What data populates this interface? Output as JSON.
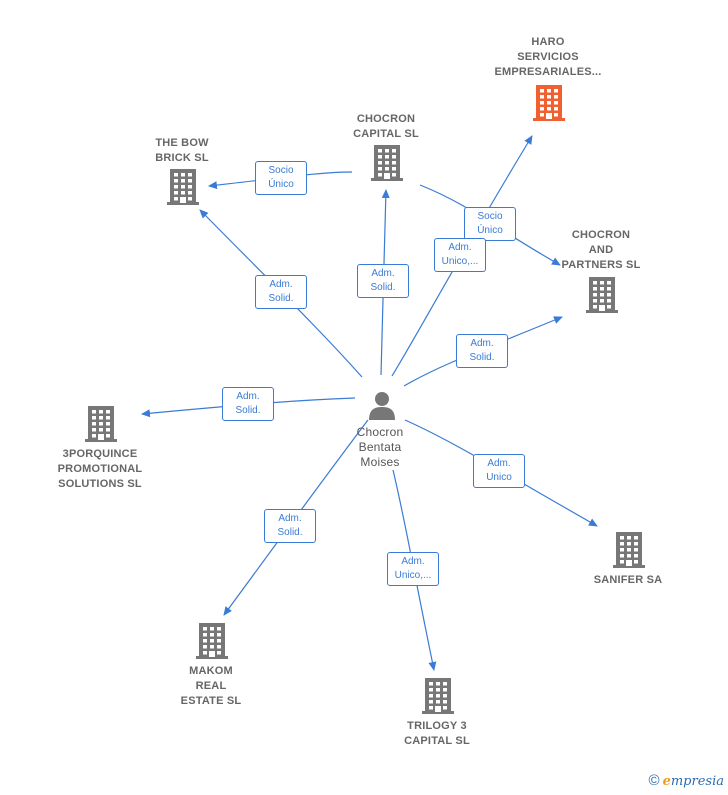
{
  "colors": {
    "edge": "#3a7bd5",
    "building": "#777777",
    "highlight": "#f06030",
    "person": "#777777"
  },
  "nodes": [
    {
      "id": "haro",
      "label": "HARO\nSERVICIOS\nEMPRESARIALES...",
      "icon": "building-icon",
      "highlight": true
    },
    {
      "id": "chocron_capital",
      "label": "CHOCRON\nCAPITAL  SL",
      "icon": "building-icon"
    },
    {
      "id": "bow_brick",
      "label": "THE BOW\nBRICK  SL",
      "icon": "building-icon"
    },
    {
      "id": "chocron_partners",
      "label": "CHOCRON\nAND\nPARTNERS  SL",
      "icon": "building-icon"
    },
    {
      "id": "3porquince",
      "label": "3PORQUINCE\nPROMOTIONAL\nSOLUTIONS SL",
      "icon": "building-icon"
    },
    {
      "id": "sanifer",
      "label": "SANIFER SA",
      "icon": "building-icon"
    },
    {
      "id": "makom",
      "label": "MAKOM\nREAL\nESTATE  SL",
      "icon": "building-icon"
    },
    {
      "id": "trilogy",
      "label": "TRILOGY 3\nCAPITAL  SL",
      "icon": "building-icon"
    },
    {
      "id": "person",
      "label": "Chocron\nBentata\nMoises",
      "icon": "person-icon"
    }
  ],
  "edges": [
    {
      "from": "chocron_capital",
      "to": "bow_brick",
      "label": "Socio\nÚnico"
    },
    {
      "from": "chocron_capital",
      "to": "chocron_partners",
      "label": "Socio\nÚnico"
    },
    {
      "from": "person",
      "to": "bow_brick",
      "label": "Adm.\nSolid."
    },
    {
      "from": "person",
      "to": "chocron_capital",
      "label": "Adm.\nSolid."
    },
    {
      "from": "person",
      "to": "haro",
      "label": "Adm.\nUnico,..."
    },
    {
      "from": "person",
      "to": "chocron_partners",
      "label": "Adm.\nSolid."
    },
    {
      "from": "person",
      "to": "3porquince",
      "label": "Adm.\nSolid."
    },
    {
      "from": "person",
      "to": "sanifer",
      "label": "Adm.\nUnico"
    },
    {
      "from": "person",
      "to": "makom",
      "label": "Adm.\nSolid."
    },
    {
      "from": "person",
      "to": "trilogy",
      "label": "Adm.\nUnico,..."
    }
  ],
  "footer": {
    "copyright": "©",
    "brand_first": "e",
    "brand_rest": "mpresia"
  }
}
